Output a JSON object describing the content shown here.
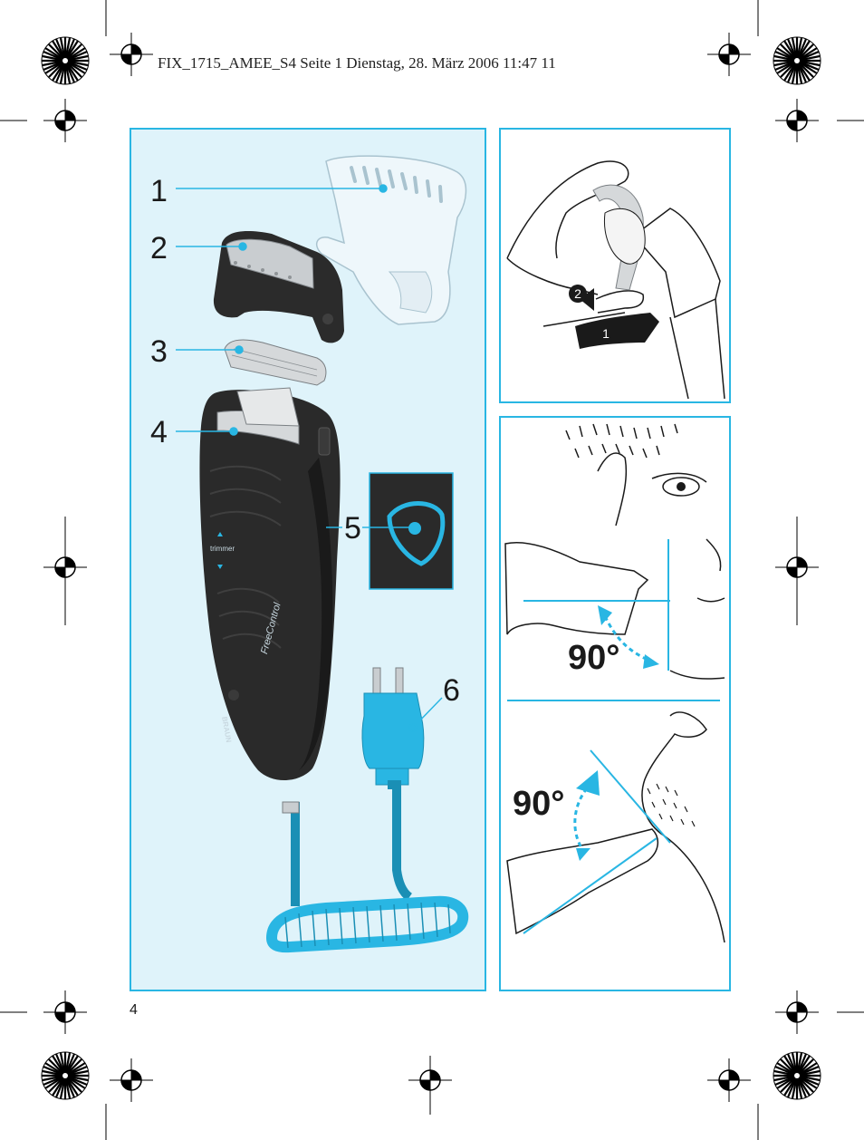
{
  "header": {
    "text": "FIX_1715_AMEE_S4  Seite 1  Dienstag, 28. März 2006  11:47 11"
  },
  "footer": {
    "page_number": "4"
  },
  "figure_left": {
    "labels": [
      "1",
      "2",
      "3",
      "4",
      "5",
      "6"
    ],
    "shaver_text": {
      "trimmer": "trimmer",
      "brand": "BRAUN",
      "model": "FreeControl"
    }
  },
  "figure_right": {
    "step_badges": [
      "2",
      "1"
    ],
    "angle_top": "90°",
    "angle_bottom": "90°"
  },
  "colors": {
    "accent": "#29b6e3",
    "panel_bg": "#dff3fa",
    "shaver_body": "#2a2a2a"
  }
}
